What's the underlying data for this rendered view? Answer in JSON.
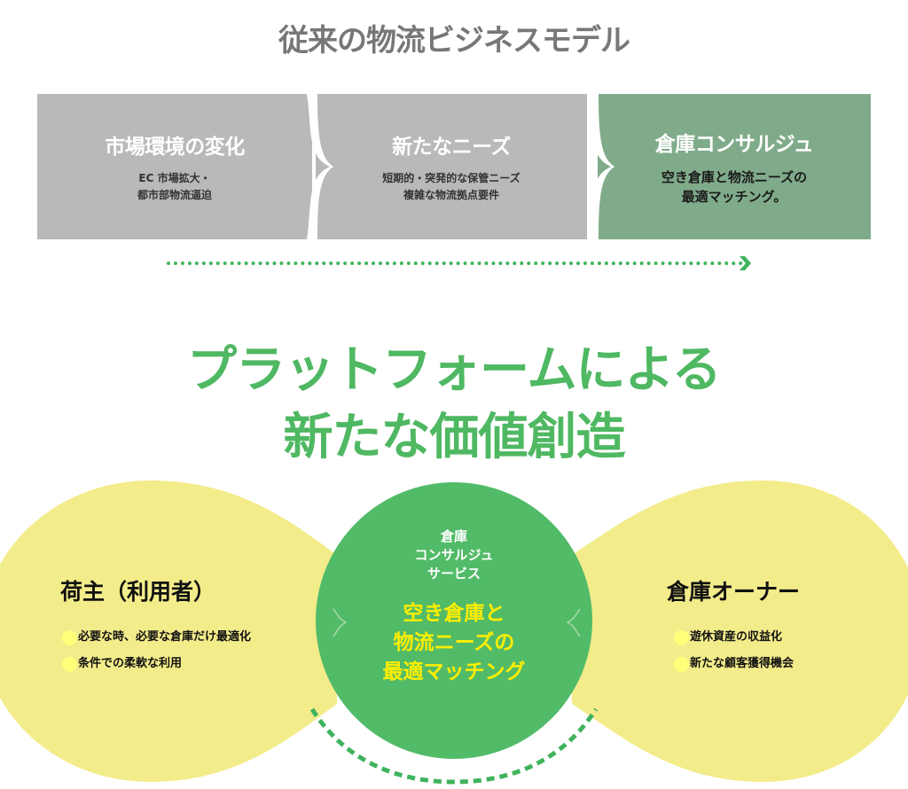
{
  "title": "従来の物流ビジネスモデル",
  "steps": [
    {
      "heading": "市場環境の変化",
      "desc": "EC 市場拡大・\n都市部物流逼迫",
      "bg": "#b9b9b9"
    },
    {
      "heading": "新たなニーズ",
      "desc": "短期的・突発的な保管ニーズ\n複雑な物流拠点要件",
      "bg": "#b9b9b9"
    },
    {
      "heading": "倉庫コンサルジュ",
      "desc": "空き倉庫と物流ニーズの\n最適マッチング。",
      "bg": "#80ab8a"
    }
  ],
  "headline": {
    "line1": "プラットフォームによる",
    "line2": "新たな価値創造"
  },
  "shipper": {
    "title": "荷主（利用者）",
    "bullets": [
      "必要な時、必要な倉庫だけ最適化",
      "条件での柔軟な利用"
    ]
  },
  "center": {
    "label": "倉庫\nコンサルジュ\nサービス",
    "main": "空き倉庫と\n物流ニーズの\n最適マッチング"
  },
  "owner": {
    "title": "倉庫オーナー",
    "bullets": [
      "遊休資産の収益化",
      "新たな顧客獲得機会"
    ]
  },
  "colors": {
    "gray_box": "#b9b9b9",
    "green_box": "#80ab8a",
    "accent_green": "#4fb862",
    "bubble_yellow": "#f3ec8a",
    "dot_yellow": "#ffff7a",
    "center_text_yellow": "#ffee00",
    "title_gray": "#777777"
  },
  "icons": [
    "bracket-separator-icon",
    "flow-arrow-icon",
    "dotted-arc-icon",
    "connector-icon"
  ]
}
